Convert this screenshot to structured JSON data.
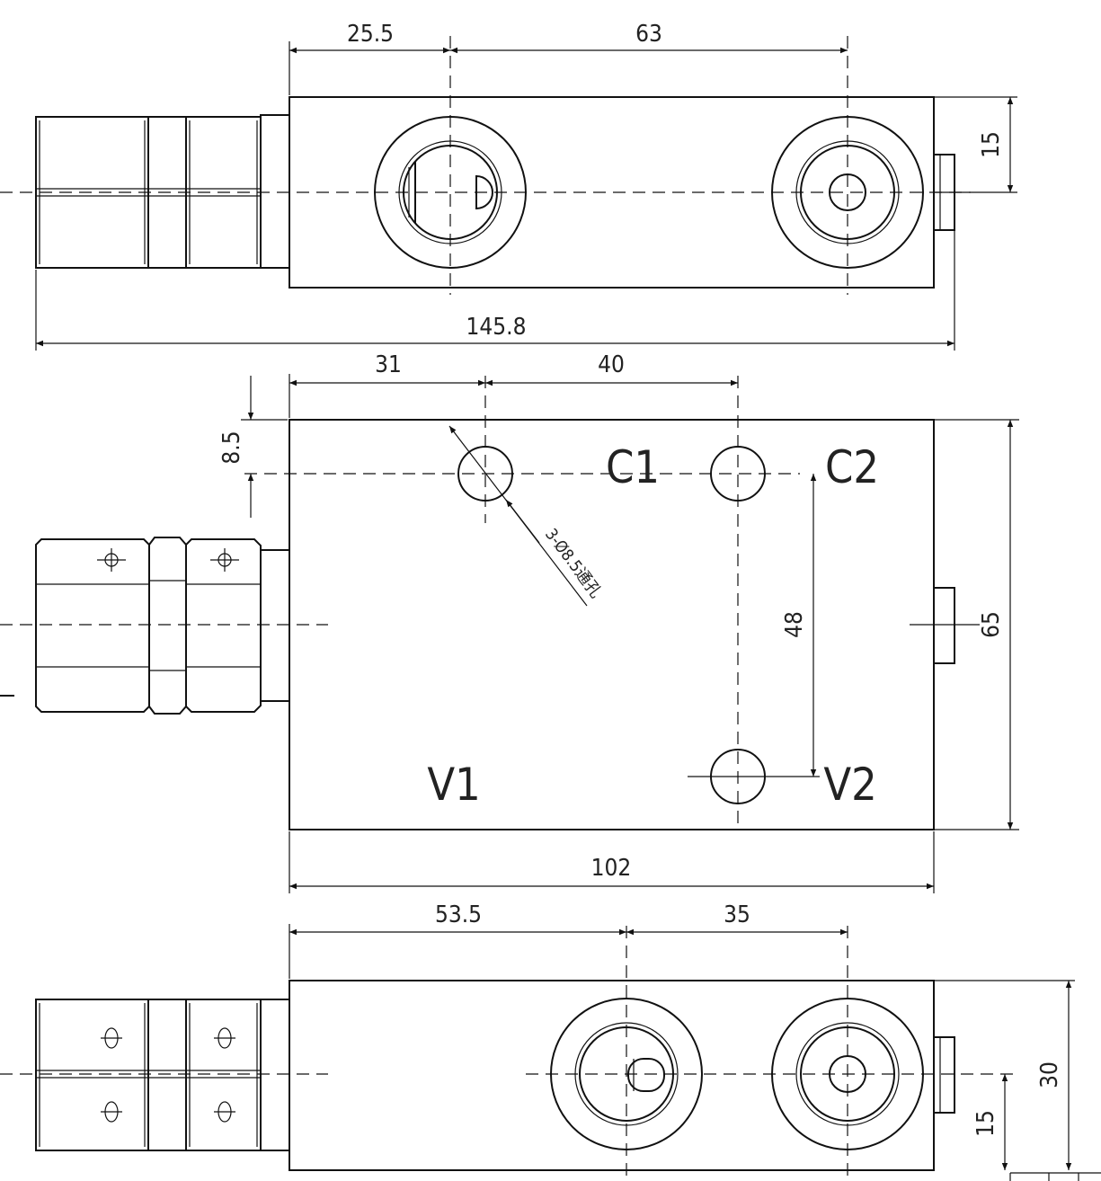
{
  "dimensions": {
    "top": {
      "d1": "25.5",
      "d2": "63",
      "d3": "15",
      "d4": "145.8"
    },
    "middle": {
      "d1": "31",
      "d2": "40",
      "d3": "8.5",
      "d4": "48",
      "d5": "65",
      "d6": "102"
    },
    "bottom": {
      "d1": "53.5",
      "d2": "35",
      "d3": "30",
      "d4": "15"
    }
  },
  "ports": {
    "c1": "C1",
    "c2": "C2",
    "v1": "V1",
    "v2": "V2"
  },
  "hole_note": "3-Ø8.5通孔",
  "colors": {
    "line": "#111111",
    "background": "#ffffff"
  }
}
